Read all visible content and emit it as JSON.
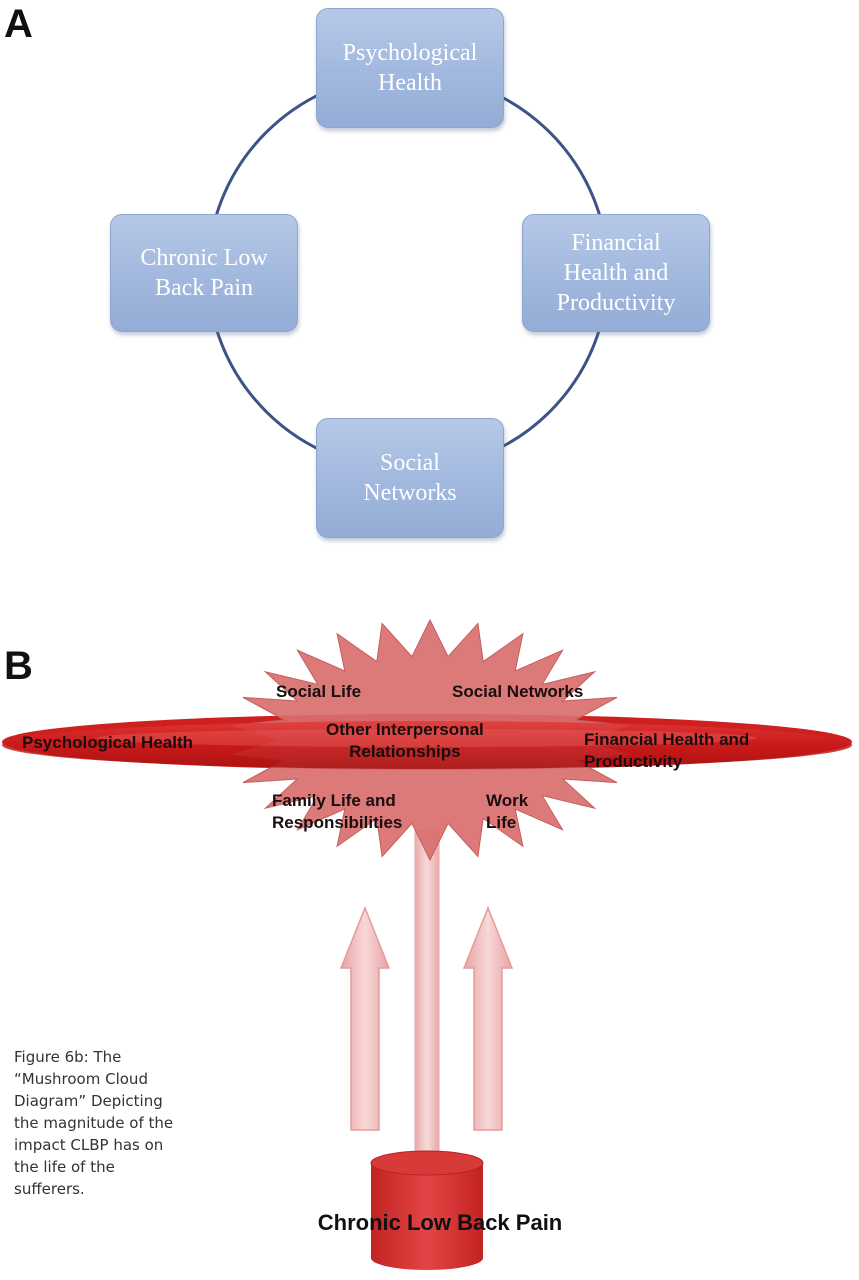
{
  "panel_a": {
    "letter": "A",
    "nodes": {
      "psychological_health": "Psychological\nHealth",
      "financial_health": "Financial\nHealth and\nProductivity",
      "social_networks": "Social\nNetworks",
      "chronic_low_back_pain": "Chronic Low\nBack Pain"
    },
    "colors": {
      "node_fill": "#a3b9df",
      "node_text": "#ffffff",
      "ring": "#3b5488"
    }
  },
  "panel_b": {
    "letter": "B",
    "labels": {
      "social_life": "Social Life",
      "social_networks": "Social Networks",
      "other_relationships": "Other Interpersonal\nRelationships",
      "psychological_health": "Psychological Health",
      "financial_health": "Financial Health and\nProductivity",
      "family_life": "Family Life and\nResponsibilities",
      "work_life": "Work\nLife"
    },
    "caption": "Figure 6b: The\n“Mushroom Cloud\nDiagram” Depicting\nthe magnitude of the\nimpact CLBP has on\nthe life of the\nsufferers.",
    "source_label": "Chronic Low Back Pain",
    "colors": {
      "burst": "#d96f6f",
      "disc": "#d42a2a",
      "cylinder": "#d33333",
      "arrow": "#f2c3c3"
    }
  }
}
